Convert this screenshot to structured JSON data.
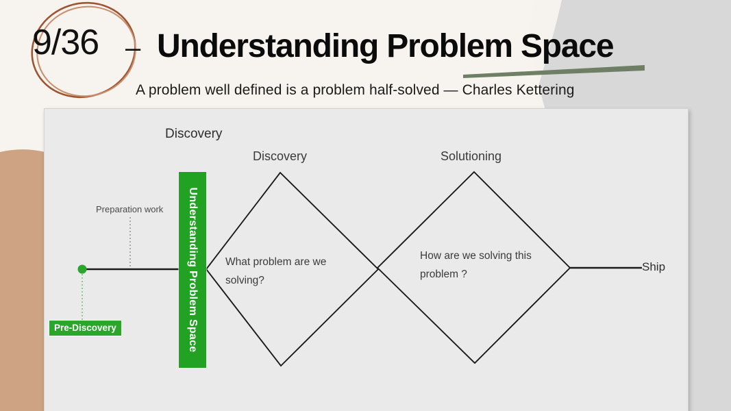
{
  "header": {
    "slide_counter": "9/36",
    "dash": "–",
    "title": "Understanding Problem Space",
    "subtitle": "A problem well defined is a problem half-solved — Charles Kettering",
    "underline_color": "#6e7f66",
    "circle_color": "#a05a36"
  },
  "theme": {
    "page_background": "#f7f3ee",
    "panel_background": "#eaeaea",
    "accent_green": "#22a222",
    "badge_green": "#2aa62a",
    "tan_shape": "#cda383",
    "grey_shape": "#d7d7d7",
    "stroke_black": "#1a1a1a"
  },
  "diagram": {
    "labels": {
      "discovery_main": "Discovery",
      "discovery_phase": "Discovery",
      "solutioning_phase": "Solutioning",
      "preparation_work": "Preparation work",
      "ship": "Ship"
    },
    "vertical_bar_label": "Understanding Problem Space",
    "pre_discovery_badge": "Pre-Discovery",
    "diamonds": [
      {
        "name": "discovery",
        "question": "What problem are we solving?"
      },
      {
        "name": "solutioning",
        "question": "How are we solving this problem ?"
      }
    ]
  }
}
